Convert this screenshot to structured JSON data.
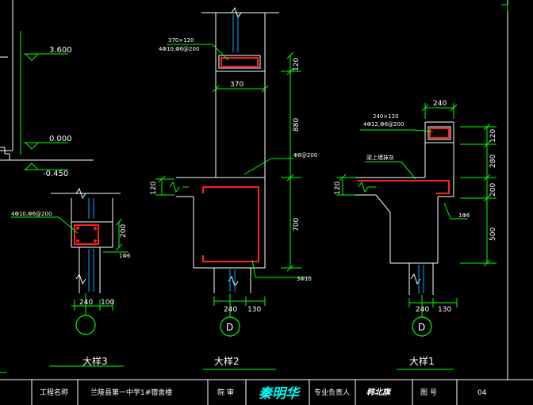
{
  "elevations": {
    "e1": "3.600",
    "e2": "0.000",
    "e3": "-0.450"
  },
  "detail3": {
    "title": "大样3",
    "rebar_note": "4Φ10,Φ6@200",
    "dim_height": "200",
    "stirrup": "1Φ6",
    "dim_w1": "240",
    "dim_w2": "100"
  },
  "detail2": {
    "title": "大样2",
    "beam_size": "370×120",
    "beam_rebar": "4Φ10,Φ6@200",
    "dim_width": "370",
    "dim_top": "120",
    "dim_880": "880",
    "dim_120": "120",
    "dim_700": "700",
    "rebar_mid": "Φ8@200",
    "rebar_bottom": "3Φ10",
    "dim_w1": "240",
    "dim_w2": "130",
    "axis": "D"
  },
  "detail1": {
    "title": "大样1",
    "beam_size": "240×120",
    "beam_rebar": "4Φ12,Φ6@200",
    "dim_width": "240",
    "ledge_note": "梁上墙抹灰",
    "dim_120a": "120",
    "dim_280": "280",
    "dim_120b": "120",
    "dim_200": "200",
    "dim_500": "500",
    "stirrup": "1Φ6",
    "dim_w1": "240",
    "dim_w2": "130",
    "axis": "D"
  },
  "title_block": {
    "project_label": "工程名称",
    "project_name": "兰陵县第一中学1#宿舍楼",
    "review_label": "院 审",
    "signature": "秦明华",
    "lead_label": "专业负责人",
    "lead_signature": "韩北旗",
    "drawing_no_label": "图 号",
    "drawing_no": "04"
  }
}
